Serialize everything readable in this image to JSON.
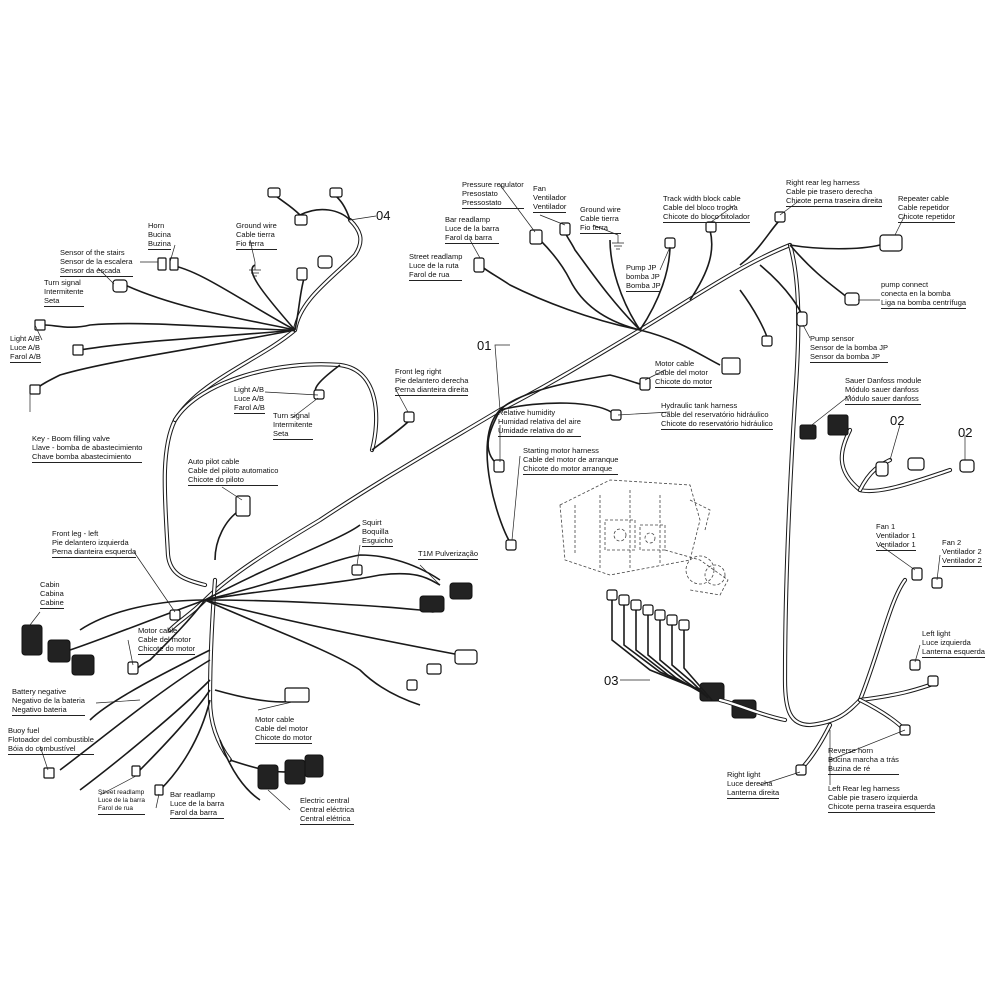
{
  "callouts": {
    "n01": "01",
    "n02a": "02",
    "n02b": "02",
    "n03": "03",
    "n04": "04"
  },
  "labels": {
    "horn": [
      "Horn",
      "Bucina",
      "Buzina"
    ],
    "ground_wire_left": [
      "Ground wire",
      "Cable tierra",
      "Fio terra"
    ],
    "sensor_stairs": [
      "Sensor of the stairs",
      "Sensor de la escalera",
      "Sensor da escada"
    ],
    "turn_signal_top": [
      "Turn signal",
      "Intermitente",
      "Seta"
    ],
    "light_ab_left": [
      "Light A/B",
      "Luce A/B",
      "Farol A/B"
    ],
    "key_boom": [
      "Key - Boom filling valve",
      "Llave - bomba de abastecimiento",
      "Chave bomba abastecimiento"
    ],
    "light_ab_mid": [
      "Light A/B",
      "Luce A/B",
      "Farol A/B"
    ],
    "turn_signal_mid": [
      "Turn signal",
      "Intermitente",
      "Seta"
    ],
    "front_leg_right": [
      "Front leg right",
      "Pie delantero derecha",
      "Perna dianteira direita"
    ],
    "auto_pilot": [
      "Auto pilot cable",
      "Cable del piloto automatico",
      "Chicote do piloto"
    ],
    "front_leg_left": [
      "Front leg - left",
      "Pie delantero izquierda",
      "Perna dianteira esquerda"
    ],
    "cabin": [
      "Cabin",
      "Cabina",
      "Cabine"
    ],
    "motor_cable_left": [
      "Motor cable",
      "Cable del motor",
      "Chicote do motor"
    ],
    "battery_negative": [
      "Battery negative",
      "Negativo de la bateria",
      "Negativo bateria"
    ],
    "buoy_fuel": [
      "Buoy fuel",
      "Flotoador del combustible",
      "Bóia do combustível"
    ],
    "street_readlamp_bottom": [
      "Street readlamp",
      "Luce de la barra",
      "Farol de rua"
    ],
    "bar_readlamp_bottom": [
      "Bar readlamp",
      "Luce de la barra",
      "Farol da barra"
    ],
    "motor_cable_bottom": [
      "Motor cable",
      "Cable del motor",
      "Chicote do motor"
    ],
    "electric_central": [
      "Electric central",
      "Central eléctrica",
      "Central elétrica"
    ],
    "squirt": [
      "Squirt",
      "Boquilla",
      "Esguicho"
    ],
    "t1m": [
      "T1M Pulverização"
    ],
    "pressure_regulator": [
      "Pressure regulator",
      "Presostato",
      "Pressostato"
    ],
    "fan_top": [
      "Fan",
      "Ventilador",
      "Ventilador"
    ],
    "ground_wire_top": [
      "Ground wire",
      "Cable tierra",
      "Fio terra"
    ],
    "bar_readlamp_top": [
      "Bar readlamp",
      "Luce de la barra",
      "Farol da barra"
    ],
    "street_readlamp_top": [
      "Street readlamp",
      "Luce de la ruta",
      "Farol de rua"
    ],
    "track_width": [
      "Track width block cable",
      "Cable del bloco trocha",
      "Chicote do bloco bitolador"
    ],
    "right_rear_leg": [
      "Right rear leg harness",
      "Cable pie trasero derecha",
      "Chicote perna traseira direita"
    ],
    "repeater": [
      "Repeater cable",
      "Cable repetidor",
      "Chicote repetidor"
    ],
    "pump_jp": [
      "Pump JP",
      "bomba JP",
      "Bomba JP"
    ],
    "pump_connect": [
      "pump connect",
      "conecta en la bomba",
      "Liga na bomba centrífuga"
    ],
    "pump_sensor": [
      "Pump sensor",
      "Sensor de la bomba JP",
      "Sensor da bomba JP"
    ],
    "motor_cable_top": [
      "Motor cable",
      "Cable del motor",
      "Chicote do motor"
    ],
    "hydraulic_tank": [
      "Hydraulic tank harness",
      "Cable del reservatório hidráulico",
      "Chicote do reservatório hidráulico"
    ],
    "relative_humidity": [
      "Relative humidity",
      "Humidad relativa del aire",
      "Umidade relativa do ar"
    ],
    "starting_motor": [
      "Starting motor harness",
      "Cable del motor de arranque",
      "Chicote do motor arranque"
    ],
    "sauer_danfoss": [
      "Sauer Danfoss module",
      "Módulo sauer danfoss",
      "Módulo sauer danfoss"
    ],
    "fan1": [
      "Fan 1",
      "Ventilador 1",
      "Ventilador 1"
    ],
    "fan2": [
      "Fan 2",
      "Ventilador 2",
      "Ventilador 2"
    ],
    "left_light": [
      "Left light",
      "Luce izquierda",
      "Lanterna esquerda"
    ],
    "reverse_horn": [
      "Reverse horn",
      "Bucina marcha a trás",
      "Buzina de ré"
    ],
    "right_light": [
      "Right light",
      "Luce derecha",
      "Lanterna direita"
    ],
    "left_rear_leg": [
      "Left Rear leg harness",
      "Cable pie trasero izquierda",
      "Chicote perna traseira esquerda"
    ]
  }
}
